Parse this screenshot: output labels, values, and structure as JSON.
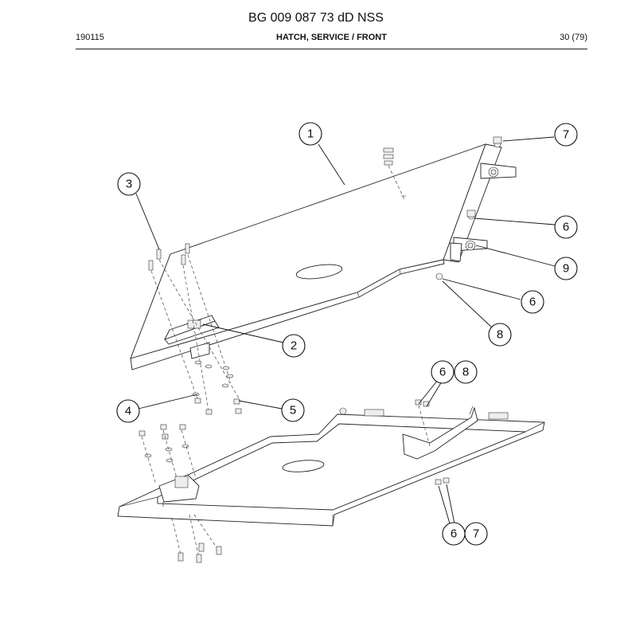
{
  "header": {
    "doc_number": "BG 009 087 73 dD NSS",
    "date_code": "190115",
    "section_title": "HATCH, SERVICE / FRONT",
    "page_indicator": "30 (79)"
  },
  "callouts": {
    "c1": "1",
    "c2": "2",
    "c3": "3",
    "c4": "4",
    "c5": "5",
    "c6a": "6",
    "c6b": "6",
    "c6c": "6",
    "c6d": "6",
    "c7a": "7",
    "c7b": "7",
    "c8a": "8",
    "c8b": "8",
    "c9": "9"
  }
}
